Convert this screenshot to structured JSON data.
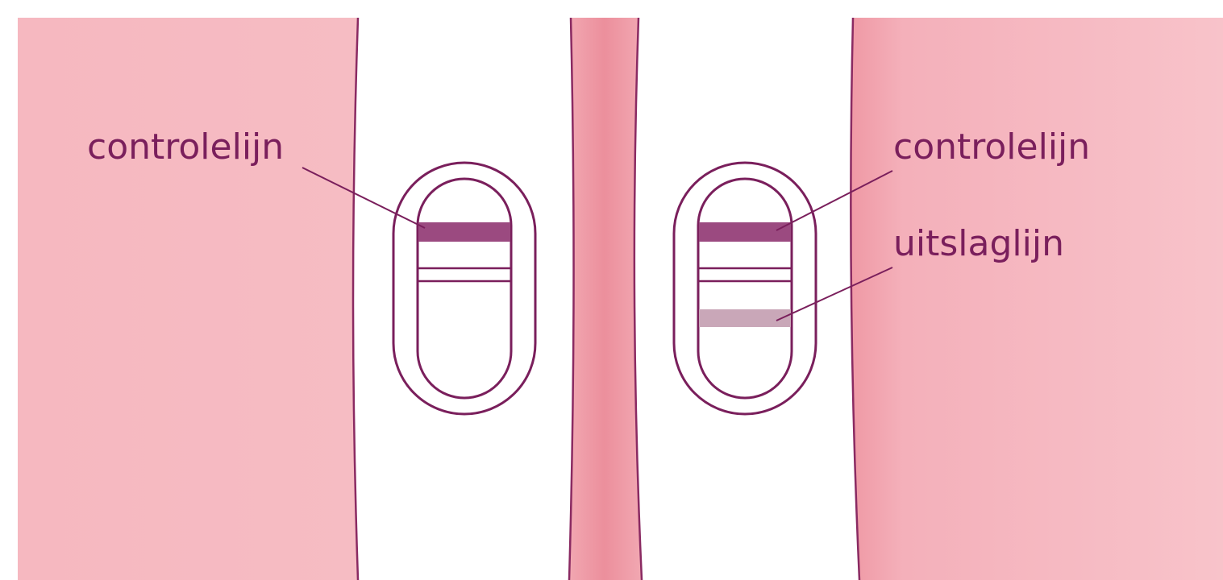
{
  "labels": {
    "left_control": "controlelijn",
    "right_control": "controlelijn",
    "right_result": "uitslaglijn"
  },
  "colors": {
    "background_pink": "#f5b4bc",
    "background_light_pink": "#f8c4ca",
    "gap_pink": "#ef9ea8",
    "outline": "#7a1f5c",
    "control_line": "#9b4a80",
    "result_line": "#c9a7b8"
  }
}
